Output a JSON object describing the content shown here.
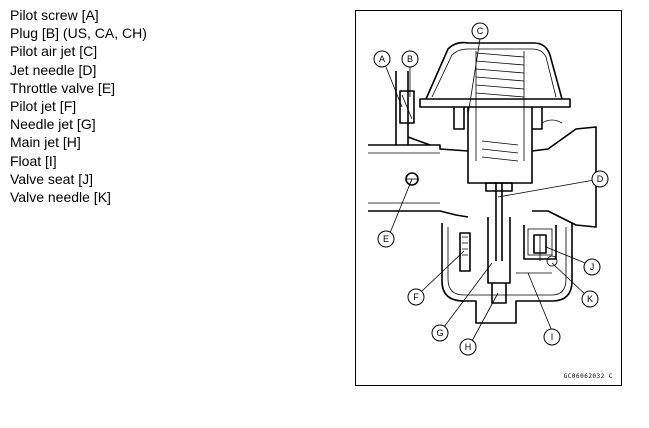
{
  "legend": [
    "Pilot screw [A]",
    "Plug [B] (US, CA, CH)",
    "Pilot air jet [C]",
    "Jet needle [D]",
    "Throttle valve [E]",
    "Pilot jet [F]",
    "Needle jet [G]",
    "Main jet [H]",
    "Float [I]",
    "Valve seat [J]",
    "Valve needle [K]"
  ],
  "figure": {
    "code": "GC06062032 C",
    "callouts": [
      "A",
      "B",
      "C",
      "D",
      "E",
      "F",
      "G",
      "H",
      "I",
      "J",
      "K"
    ]
  }
}
